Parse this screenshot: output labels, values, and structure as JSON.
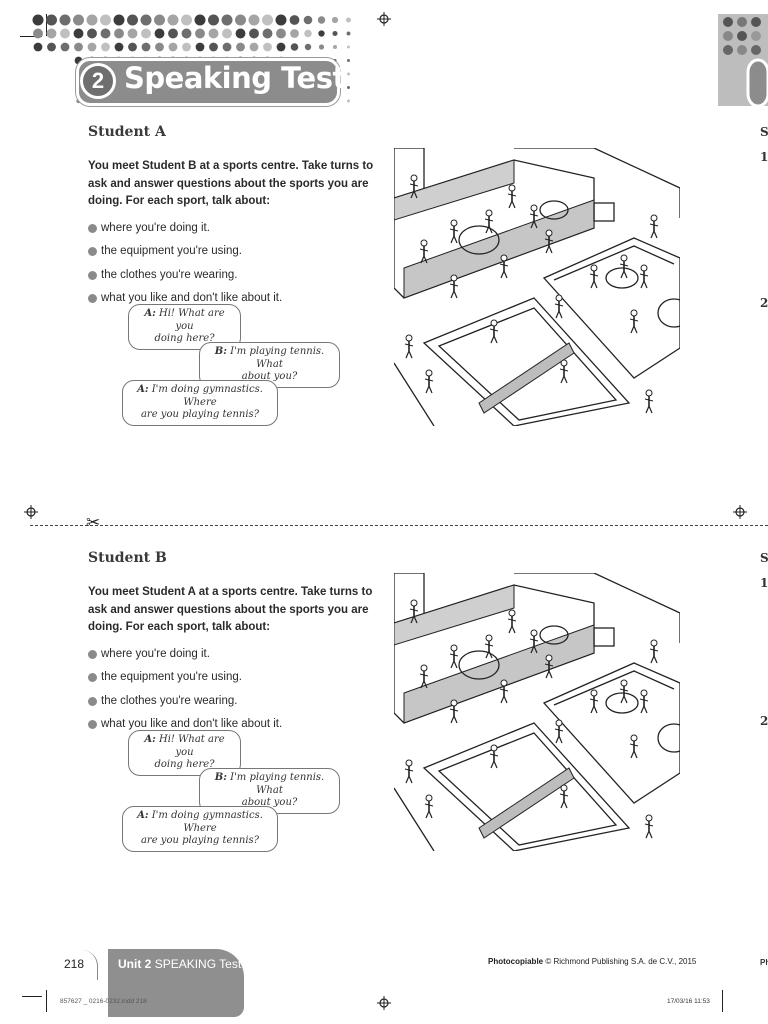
{
  "header": {
    "unit_number": "2",
    "title": "Speaking Test"
  },
  "student_a": {
    "title": "Student A",
    "instructions": "You meet Student B at a sports centre. Take turns to ask and answer questions about the sports you are doing. For each sport, talk about:",
    "bullets": [
      "where you're doing it.",
      "the equipment you're using.",
      "the clothes you're wearing.",
      "what you like and don't like about it."
    ],
    "dialogue": {
      "a1_speaker": "A:",
      "a1_line1": "Hi! What are you",
      "a1_line2": "doing here?",
      "b1_speaker": "B:",
      "b1_line1": "I'm playing tennis. What",
      "b1_line2": "about you?",
      "a2_speaker": "A:",
      "a2_line1": "I'm doing gymnastics. Where",
      "a2_line2": "are you playing tennis?"
    }
  },
  "student_b": {
    "title": "Student B",
    "instructions": "You meet Student A at a sports centre. Take turns to ask and answer questions about the sports you are doing. For each sport, talk about:",
    "bullets": [
      "where you're doing it.",
      "the equipment you're using.",
      "the clothes you're wearing.",
      "what you like and don't like about it."
    ],
    "dialogue": {
      "a1_speaker": "A:",
      "a1_line1": "Hi! What are you",
      "a1_line2": "doing here?",
      "b1_speaker": "B:",
      "b1_line1": "I'm playing tennis. What",
      "b1_line2": "about you?",
      "a2_speaker": "A:",
      "a2_line1": "I'm doing gymnastics. Where",
      "a2_line2": "are you playing tennis?"
    }
  },
  "edge": {
    "s_top": "S",
    "n1_top": "1",
    "n2_top": "2",
    "s_bottom": "S",
    "n1_bottom": "1",
    "n2_bottom": "2",
    "ph": "Ph"
  },
  "footer": {
    "page_number": "218",
    "unit_label": "Unit 2",
    "unit_section": "SPEAKING Test",
    "copyright_bold": "Photocopiable",
    "copyright_rest": "© Richmond Publishing S.A. de C.V., 2015",
    "print_left": "857627 _ 0216-0232.indd  218",
    "print_right": "17/03/16   11:53"
  },
  "colors": {
    "banner_grey": "#8c8c8c",
    "footer_tab_grey": "#8f8f8f",
    "bullet_grey": "#8a8a8a"
  }
}
